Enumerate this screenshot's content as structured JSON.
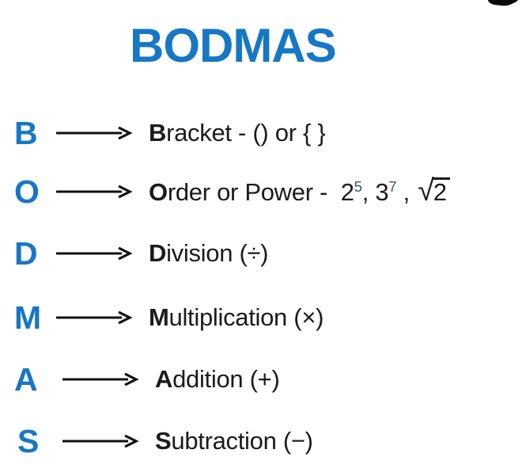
{
  "colors": {
    "background": "#ffffff",
    "accent_blue": "#1777c4",
    "text": "#1b1b1b",
    "arrow_black": "#111111",
    "exponent": "#3d5a73"
  },
  "icons": {
    "row_arrow": "right-arrow",
    "corner_mark": "cropped-black-mark"
  },
  "title": {
    "text": "BODMAS"
  },
  "rows": [
    {
      "letter": "B",
      "term_initial": "B",
      "term_rest": "racket - () or { }"
    },
    {
      "letter": "O",
      "term_initial": "O",
      "term_rest": "rder or Power -  ",
      "examples": {
        "base1": "2",
        "exp1": "5",
        "sep1": ", ",
        "base2": "3",
        "exp2": "7",
        "sep2": " , ",
        "radical_sign": "√",
        "radicand": "2"
      }
    },
    {
      "letter": "D",
      "term_initial": "D",
      "term_rest": "ivision (÷)"
    },
    {
      "letter": "M",
      "term_initial": "M",
      "term_rest": "ultiplication (×)"
    },
    {
      "letter": "A",
      "term_initial": "A",
      "term_rest": "ddition (+)"
    },
    {
      "letter": "S",
      "term_initial": "S",
      "term_rest": "ubtraction (−)"
    }
  ]
}
